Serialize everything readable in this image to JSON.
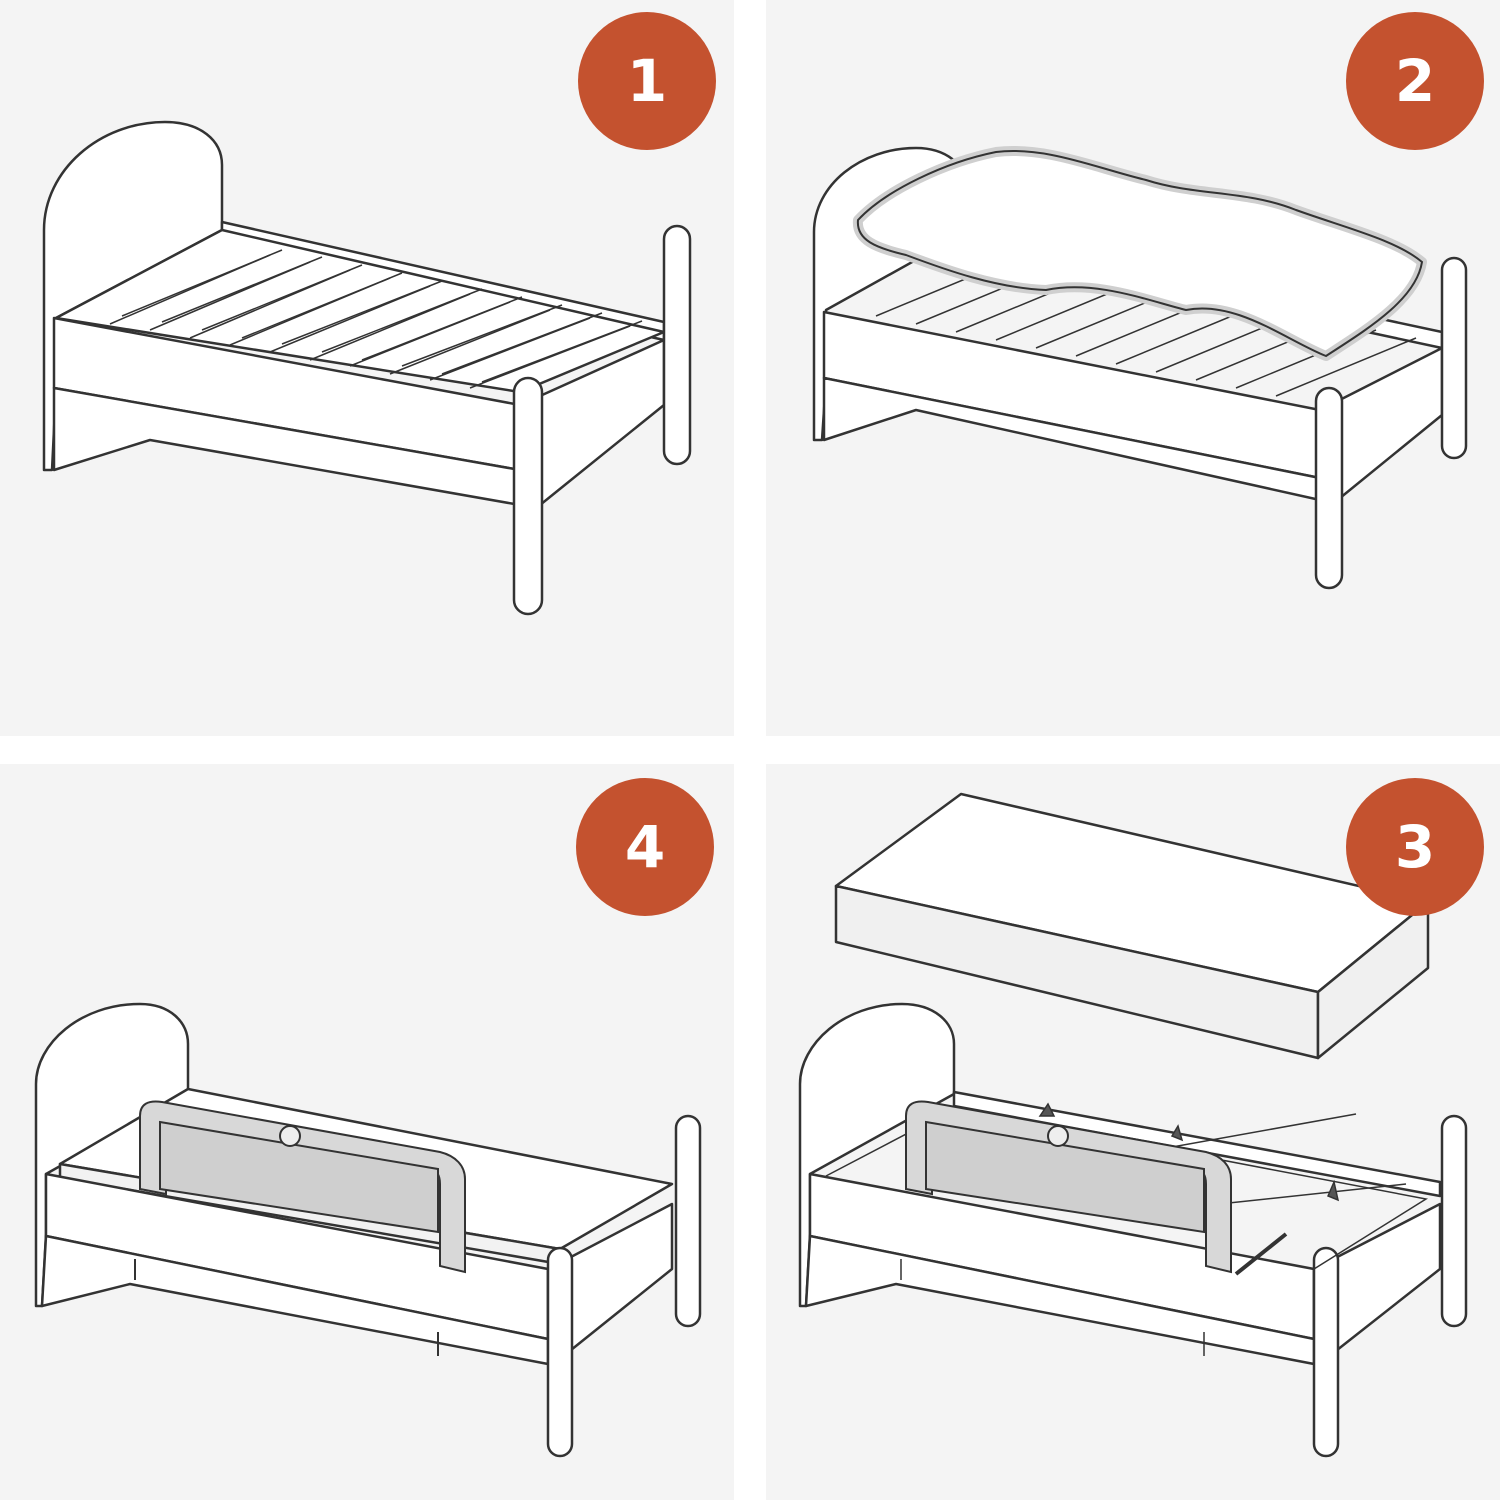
{
  "colors": {
    "badge": "#c4522f",
    "panel_bg": "#f4f4f4",
    "line": "#333333",
    "fill": "#ffffff",
    "rail_fill": "#dadada",
    "mesh_fill": "#cfcfcf"
  },
  "steps": [
    {
      "number": "1",
      "illustration": "bed-frame-with-slats-icon"
    },
    {
      "number": "2",
      "illustration": "mattress-pad-on-slats-icon"
    },
    {
      "number": "3",
      "illustration": "bed-rail-install-with-mattress-icon"
    },
    {
      "number": "4",
      "illustration": "bed-with-mattress-and-rail-icon"
    }
  ]
}
